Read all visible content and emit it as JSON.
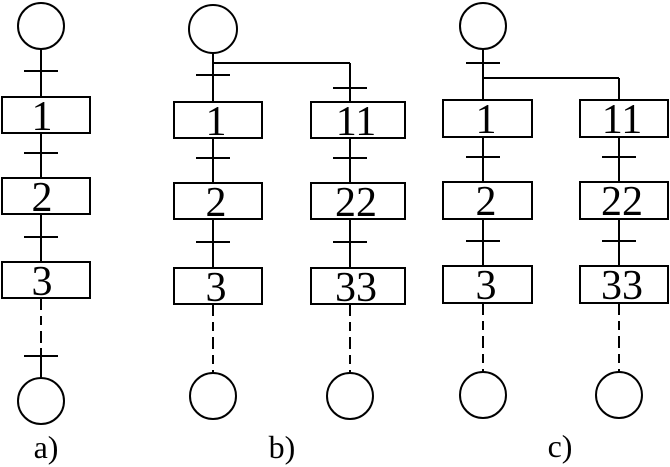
{
  "colors": {
    "line": "#000000",
    "background": "#ffffff"
  },
  "diagrams": [
    {
      "label": "a)",
      "steps": [
        "1",
        "2",
        "3"
      ]
    },
    {
      "label": "b)",
      "branches": [
        {
          "steps": [
            "1",
            "2",
            "3"
          ]
        },
        {
          "steps": [
            "11",
            "22",
            "33"
          ]
        }
      ]
    },
    {
      "label": "c)",
      "branches": [
        {
          "steps": [
            "1",
            "2",
            "3"
          ]
        },
        {
          "steps": [
            "11",
            "22",
            "33"
          ]
        }
      ]
    }
  ]
}
